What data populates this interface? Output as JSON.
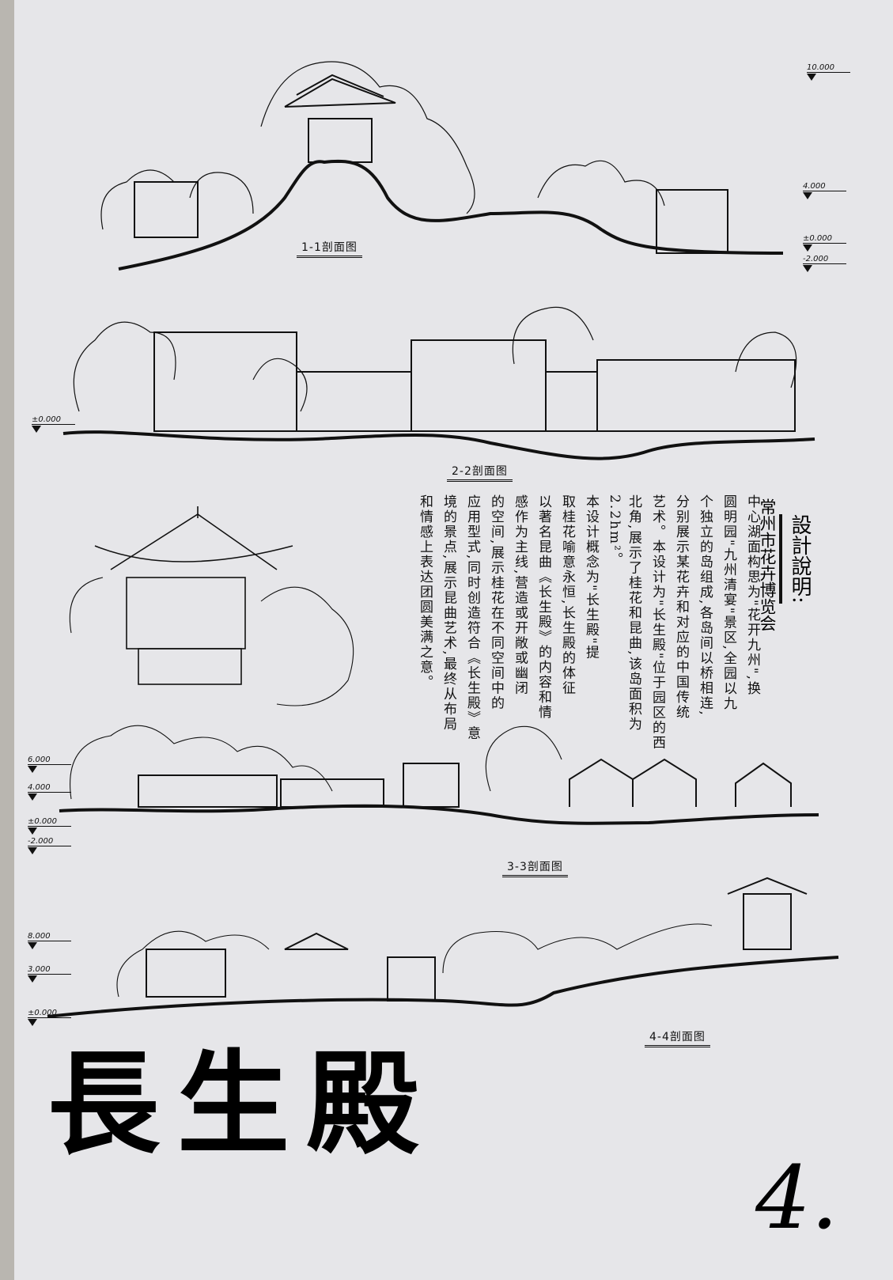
{
  "sections": [
    {
      "label": "1-1剖面图",
      "elevations": [
        "10.000",
        "4.000",
        "±0.000",
        "-2.000"
      ]
    },
    {
      "label": "2-2剖面图",
      "elevations": [
        "±0.000"
      ]
    },
    {
      "label": "3-3剖面图",
      "elevations": [
        "6.000",
        "4.000",
        "±0.000",
        "-2.000"
      ]
    },
    {
      "label": "4-4剖面图",
      "elevations": [
        "8.000",
        "3.000",
        "±0.000"
      ]
    }
  ],
  "notes": {
    "title": "設計說明:",
    "subtitle": "常州市花卉博览会",
    "columns": [
      "中心湖面构思为\"花开九州\",换",
      "圆明园\"九州清宴\"景区,全园以九",
      "个独立的岛组成,各岛间以桥相连,",
      "分别展示某花卉和对应的中国传统",
      "艺术。本设计为\"长生殿\"位于园区的西",
      "北角,展示了桂花和昆曲,该岛面积为2.2hm²。",
      "本设计概念为\"长生殿\"提",
      "取桂花喻意永恒,长生殿的体征",
      "以著名昆曲《长生殿》的内容和情",
      "感作为主线,营造或开敞或幽闭",
      "的空间,展示桂花在不同空间中的",
      "应用型式,同时创造符合《长生殿》意",
      "境的景点,展示昆曲艺术,最终从布局",
      "和情感上表达团圆美满之意。"
    ]
  },
  "title": "長生殿",
  "page_number": "4."
}
